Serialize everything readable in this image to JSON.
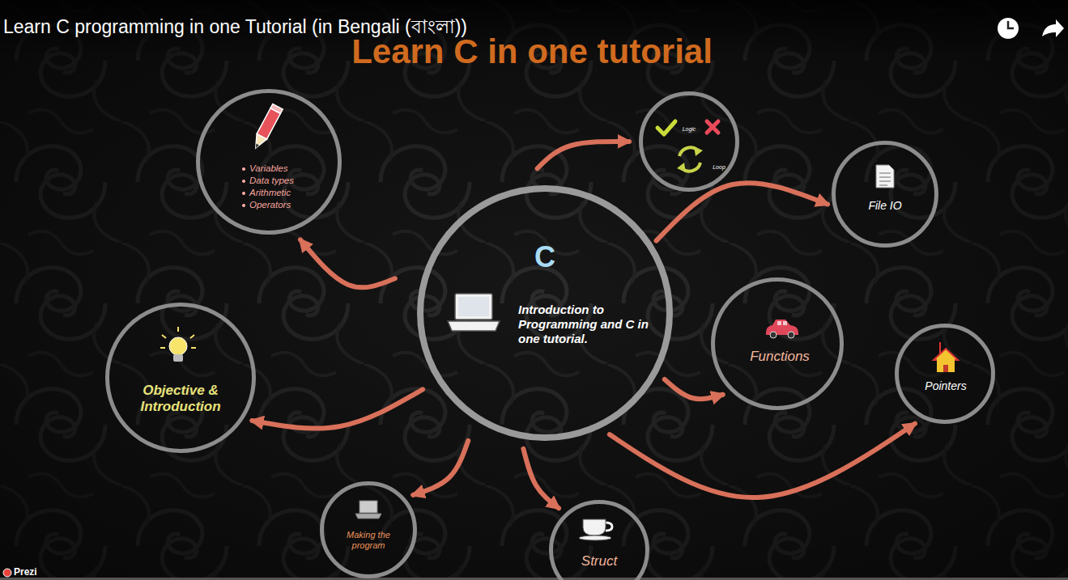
{
  "diagram": {
    "title": "Learn C in one tutorial",
    "nodes": [
      {
        "text": [
          "C",
          "Introduction to Programming and C in one tutorial."
        ]
      },
      {
        "text": [
          "Objective & Introduction"
        ]
      },
      {
        "text": [
          "Variables",
          "Data types",
          "Arithmetic",
          "Operators"
        ]
      },
      {
        "text": [
          "Logic",
          "Loop"
        ]
      },
      {
        "text": [
          "File IO"
        ]
      },
      {
        "text": [
          "Functions"
        ]
      },
      {
        "text": [
          "Pointers"
        ]
      },
      {
        "text": [
          "Making the program"
        ]
      },
      {
        "text": [
          "Struct"
        ]
      }
    ],
    "edges": [
      {
        "from": 0,
        "to": 2,
        "arrow": "to"
      },
      {
        "from": 0,
        "to": 3,
        "arrow": "to"
      },
      {
        "from": 0,
        "to": 4,
        "arrow": "to"
      },
      {
        "from": 0,
        "to": 5,
        "arrow": "to"
      },
      {
        "from": 0,
        "to": 6,
        "arrow": "to"
      },
      {
        "from": 0,
        "to": 1,
        "arrow": "to"
      },
      {
        "from": 0,
        "to": 7,
        "arrow": "to"
      },
      {
        "from": 0,
        "to": 8,
        "arrow": "to"
      }
    ],
    "labels": [
      "Learn C programming in one Tutorial (in Bengali (বাংলা))",
      "Prezi"
    ]
  }
}
